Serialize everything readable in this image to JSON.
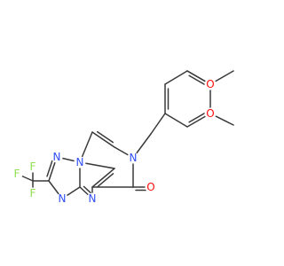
{
  "molecule": {
    "atoms": [
      {
        "id": "O1",
        "label": "O",
        "color": "#ff0d0d"
      },
      {
        "id": "O2",
        "label": "O",
        "color": "#ff0d0d"
      },
      {
        "id": "N7",
        "label": "N",
        "color": "#3050f8"
      },
      {
        "id": "O6",
        "label": "O",
        "color": "#ff0d0d"
      },
      {
        "id": "N1",
        "label": "N",
        "color": "#3050f8"
      },
      {
        "id": "N2",
        "label": "N",
        "color": "#3050f8"
      },
      {
        "id": "N3",
        "label": "N",
        "color": "#3050f8"
      },
      {
        "id": "N4",
        "label": "N",
        "color": "#3050f8"
      },
      {
        "id": "F1",
        "label": "F",
        "color": "#90e050"
      },
      {
        "id": "F2",
        "label": "F",
        "color": "#90e050"
      },
      {
        "id": "F3",
        "label": "F",
        "color": "#90e050"
      }
    ]
  }
}
